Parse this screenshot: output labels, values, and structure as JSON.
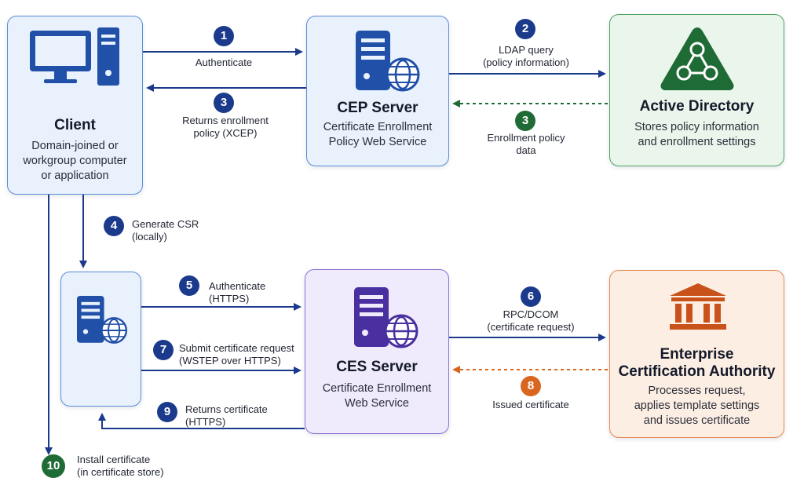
{
  "nodes": {
    "client": {
      "title": "Client",
      "desc": "Domain-joined or\nworkgroup computer\nor application"
    },
    "cep": {
      "title": "CEP Server",
      "desc": "Certificate Enrollment\nPolicy Web Service"
    },
    "ad": {
      "title": "Active Directory",
      "desc": "Stores policy information\nand enrollment settings"
    },
    "ces": {
      "title": "CES Server",
      "desc": "Certificate Enrollment\nWeb Service"
    },
    "ca": {
      "title": "Enterprise\nCertification Authority",
      "desc": "Processes request,\napplies template settings\nand issues certificate"
    }
  },
  "steps": {
    "s1": {
      "num": "1",
      "label": "Authenticate"
    },
    "s2": {
      "num": "2",
      "label": "LDAP query\n(policy information)"
    },
    "s3a": {
      "num": "3",
      "label": "Returns enrollment\npolicy (XCEP)"
    },
    "s3b": {
      "num": "3",
      "label": "Enrollment policy\ndata"
    },
    "s4": {
      "num": "4",
      "label": "Generate CSR\n(locally)"
    },
    "s5": {
      "num": "5",
      "label": "Authenticate\n(HTTPS)"
    },
    "s6": {
      "num": "6",
      "label": "RPC/DCOM\n(certificate request)"
    },
    "s7": {
      "num": "7",
      "label": "Submit certificate request\n(WSTEP over HTTPS)"
    },
    "s8": {
      "num": "8",
      "label": "Issued certificate"
    },
    "s9": {
      "num": "9",
      "label": "Returns certificate\n(HTTPS)"
    },
    "s10": {
      "num": "10",
      "label": "Install certificate\n(in certificate store)"
    }
  },
  "colors": {
    "navy": "#1b3a8c",
    "green": "#1f6b35",
    "orange": "#d9661f",
    "server_blue": "#2150a8",
    "server_purple": "#4a2fa0",
    "ad_green": "#1f6b35",
    "ca_orange": "#c9521a"
  }
}
